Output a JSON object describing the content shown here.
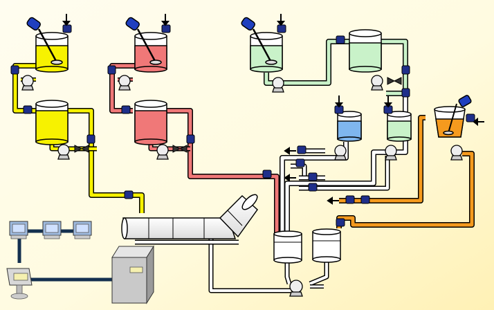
{
  "diagram": {
    "background": {
      "base": "#fffbe0",
      "accent": "#fff3b8"
    },
    "liquid_colors": {
      "yellow": "#f7f200",
      "red": "#f07878",
      "green": "#c9f2c9",
      "blue": "#7fb6ee",
      "orange": "#f59a1e"
    },
    "equipment_colors": {
      "valve": "#1f2f8a",
      "agitator": "#1f3fbf",
      "pipe_outline": "#000000",
      "network_link": "#14304f",
      "cabinet": "#c9c9c9"
    },
    "components": {
      "mixing_tanks": 4,
      "storage_tanks": 3,
      "small_tanks": 2,
      "receiving_tanks": 2,
      "pumps": 9,
      "valves": 23,
      "flow_arrows": 5,
      "computers": 3
    }
  }
}
